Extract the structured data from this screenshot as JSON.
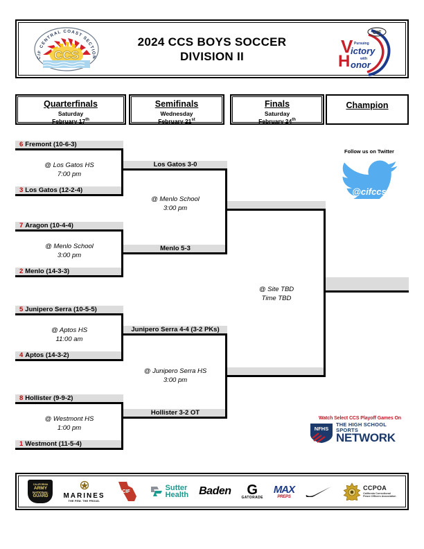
{
  "header": {
    "title_line1": "2024 CCS BOYS SOCCER",
    "title_line2": "DIVISION II",
    "ccs_logo_alt": "CIF CENTRAL COAST SECTION",
    "ccs_logo_text": "CCS",
    "vwh_logo_alt": "Pursuing Victory with Honor",
    "vwh_cif": "CIF",
    "vwh_word1": "Pursuing",
    "vwh_word2": "Victory",
    "vwh_word3": "with",
    "vwh_word4": "Honor"
  },
  "rounds": [
    {
      "name": "Quarterfinals",
      "day": "Saturday",
      "date": "February 17",
      "suffix": "th"
    },
    {
      "name": "Semifinals",
      "day": "Wednesday",
      "date": "February 21",
      "suffix": "st"
    },
    {
      "name": "Finals",
      "day": "Saturday",
      "date": "February 24",
      "suffix": "th"
    },
    {
      "name": "Champion",
      "day": "",
      "date": "",
      "suffix": ""
    }
  ],
  "quarterfinals": [
    {
      "top": {
        "seed": "6",
        "team": "Fremont (10-6-3)"
      },
      "bottom": {
        "seed": "3",
        "team": "Los Gatos (12-2-4)"
      },
      "site": "@ Los Gatos HS",
      "time": "7:00 pm"
    },
    {
      "top": {
        "seed": "7",
        "team": "Aragon (10-4-4)"
      },
      "bottom": {
        "seed": "2",
        "team": "Menlo (14-3-3)"
      },
      "site": "@ Menlo School",
      "time": "3:00 pm"
    },
    {
      "top": {
        "seed": "5",
        "team": "Junipero Serra (10-5-5)"
      },
      "bottom": {
        "seed": "4",
        "team": "Aptos (14-3-2)"
      },
      "site": "@ Aptos HS",
      "time": "11:00 am"
    },
    {
      "top": {
        "seed": "8",
        "team": "Hollister (9-9-2)"
      },
      "bottom": {
        "seed": "1",
        "team": "Westmont (11-5-4)"
      },
      "site": "@ Westmont HS",
      "time": "1:00 pm"
    }
  ],
  "semifinals": [
    {
      "top_result": "Los Gatos 3-0",
      "bottom_result": "Menlo 5-3",
      "site": "@ Menlo School",
      "time": "3:00 pm"
    },
    {
      "top_result": "Junipero Serra 4-4 (3-2 PKs)",
      "bottom_result": "Hollister 3-2 OT",
      "site": "@ Junipero Serra HS",
      "time": "3:00 pm"
    }
  ],
  "final": {
    "top_result": "",
    "bottom_result": "",
    "site": "@ Site TBD",
    "time": "Time TBD"
  },
  "champion": {
    "result": ""
  },
  "twitter": {
    "follow_text": "Follow us on Twitter",
    "handle": "@cifccs",
    "brand_color": "#55acee"
  },
  "nfhs": {
    "promo_text": "Watch Select CCS Playoff Games On",
    "shield_text": "NFHS",
    "line1": "THE HIGH SCHOOL SPORTS",
    "line2": "NETWORK",
    "brand_color": "#1b3a6b",
    "promo_color": "#cc1122"
  },
  "sponsors": [
    {
      "name": "army-national-guard",
      "l1": "CALIFORNIA",
      "l2": "ARMY",
      "l3": "NATIONAL",
      "l4": "GUARD"
    },
    {
      "name": "marines",
      "l1": "MARINES",
      "l2": "THE FEW. THE PROUD."
    },
    {
      "name": "cif-california",
      "l1": "CIF"
    },
    {
      "name": "sutter-health",
      "l1": "Sutter",
      "l2": "Health"
    },
    {
      "name": "baden",
      "l1": "Baden"
    },
    {
      "name": "gatorade",
      "l1": "G",
      "l2": "GATORADE"
    },
    {
      "name": "maxpreps",
      "l1": "MAX",
      "l2": "PREPS"
    },
    {
      "name": "nike",
      "l1": ""
    },
    {
      "name": "ccpoa",
      "l1": "CCPOA",
      "l2": "California Correctional",
      "l3": "Peace Officers Association"
    }
  ],
  "colors": {
    "band": "#dcdcdc",
    "line": "#000000",
    "seed": "#cc0000"
  }
}
